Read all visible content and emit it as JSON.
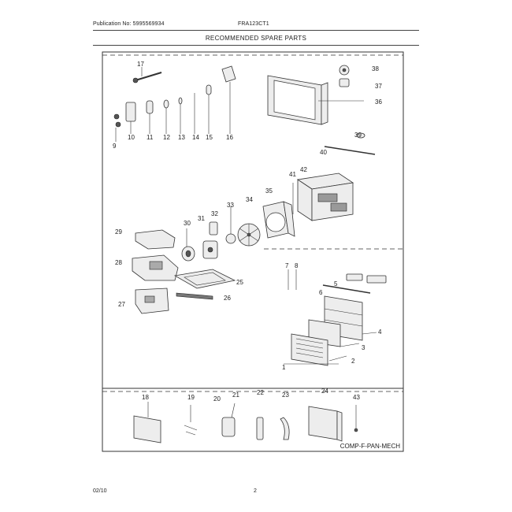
{
  "header": {
    "publication": "Publication No: 5995569934",
    "model": "FRA123CT1",
    "section_title": "RECOMMENDED SPARE PARTS"
  },
  "footer": {
    "date": "02/10",
    "page": "2"
  },
  "diagram": {
    "callouts": [
      "17",
      "9",
      "10",
      "11",
      "12",
      "13",
      "14",
      "15",
      "16",
      "38",
      "37",
      "36",
      "39",
      "40",
      "41",
      "42",
      "29",
      "30",
      "31",
      "32",
      "33",
      "34",
      "35",
      "28",
      "25",
      "26",
      "27",
      "7",
      "8",
      "5",
      "6",
      "4",
      "3",
      "2",
      "1",
      "18",
      "19",
      "20",
      "21",
      "22",
      "23",
      "24",
      "43"
    ],
    "drawing_code": "COMP-F-PAN-MECH"
  }
}
